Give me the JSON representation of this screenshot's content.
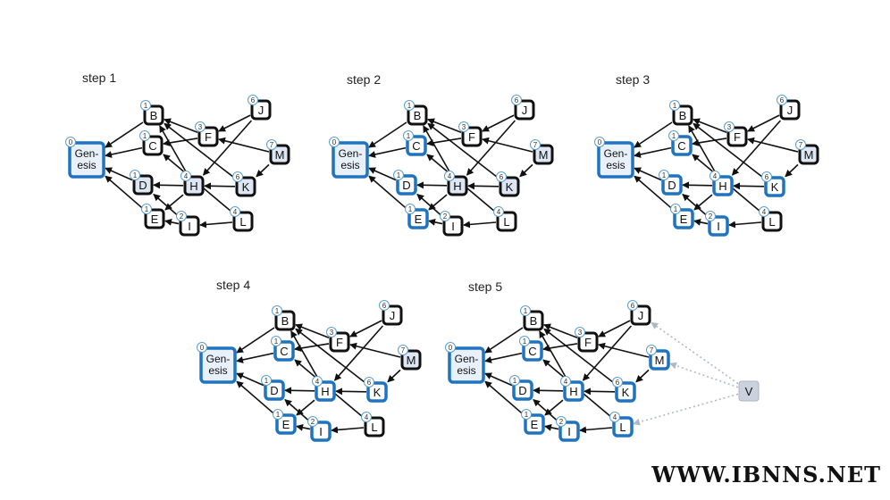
{
  "watermark": "WWW.IBNNS.NET",
  "colors": {
    "confirmed_border": "#1f73c1",
    "pending_border": "#111111",
    "node_fill": "#ffffff",
    "badge_border": "#5a9fd0",
    "voter": "#c9d2dd",
    "voter_edge": "#b0b8c2"
  },
  "nodes": [
    {
      "id": "Genesis",
      "label": [
        "Gen-",
        "esis"
      ],
      "badge": "0"
    },
    {
      "id": "B",
      "label": [
        "B"
      ],
      "badge": "1"
    },
    {
      "id": "C",
      "label": [
        "C"
      ],
      "badge": "1"
    },
    {
      "id": "D",
      "label": [
        "D"
      ],
      "badge": "1"
    },
    {
      "id": "E",
      "label": [
        "E"
      ],
      "badge": "1"
    },
    {
      "id": "F",
      "label": [
        "F"
      ],
      "badge": "3"
    },
    {
      "id": "H",
      "label": [
        "H"
      ],
      "badge": "4"
    },
    {
      "id": "I",
      "label": [
        "I"
      ],
      "badge": "2"
    },
    {
      "id": "J",
      "label": [
        "J"
      ],
      "badge": "6"
    },
    {
      "id": "K",
      "label": [
        "K"
      ],
      "badge": "6"
    },
    {
      "id": "L",
      "label": [
        "L"
      ],
      "badge": "4"
    },
    {
      "id": "M",
      "label": [
        "M"
      ],
      "badge": "7"
    }
  ],
  "edges": [
    [
      "B",
      "Genesis"
    ],
    [
      "C",
      "Genesis"
    ],
    [
      "D",
      "Genesis"
    ],
    [
      "E",
      "Genesis"
    ],
    [
      "F",
      "B"
    ],
    [
      "F",
      "C"
    ],
    [
      "H",
      "B"
    ],
    [
      "H",
      "D"
    ],
    [
      "H",
      "E"
    ],
    [
      "I",
      "D"
    ],
    [
      "I",
      "E"
    ],
    [
      "J",
      "F"
    ],
    [
      "J",
      "H"
    ],
    [
      "K",
      "B"
    ],
    [
      "K",
      "H"
    ],
    [
      "L",
      "I"
    ],
    [
      "L",
      "C"
    ],
    [
      "M",
      "F"
    ],
    [
      "M",
      "K"
    ]
  ],
  "voter": {
    "label": "V",
    "targets": [
      "J",
      "M",
      "L"
    ]
  },
  "steps": [
    {
      "label": "step 1",
      "confirmed": [
        "Genesis"
      ],
      "shaded": [
        "D",
        "H",
        "K",
        "M"
      ],
      "voter": false
    },
    {
      "label": "step 2",
      "confirmed": [
        "Genesis",
        "C",
        "D",
        "E"
      ],
      "shaded": [
        "H",
        "K",
        "M"
      ],
      "voter": false
    },
    {
      "label": "step 3",
      "confirmed": [
        "Genesis",
        "C",
        "D",
        "E",
        "H",
        "I",
        "K"
      ],
      "shaded": [
        "M"
      ],
      "voter": false
    },
    {
      "label": "step 4",
      "confirmed": [
        "Genesis",
        "C",
        "D",
        "E",
        "H",
        "I",
        "K"
      ],
      "shaded": [
        "M"
      ],
      "voter": false
    },
    {
      "label": "step 5",
      "confirmed": [
        "Genesis",
        "C",
        "D",
        "E",
        "H",
        "I",
        "K",
        "L",
        "M"
      ],
      "shaded": [],
      "voter": true
    }
  ]
}
